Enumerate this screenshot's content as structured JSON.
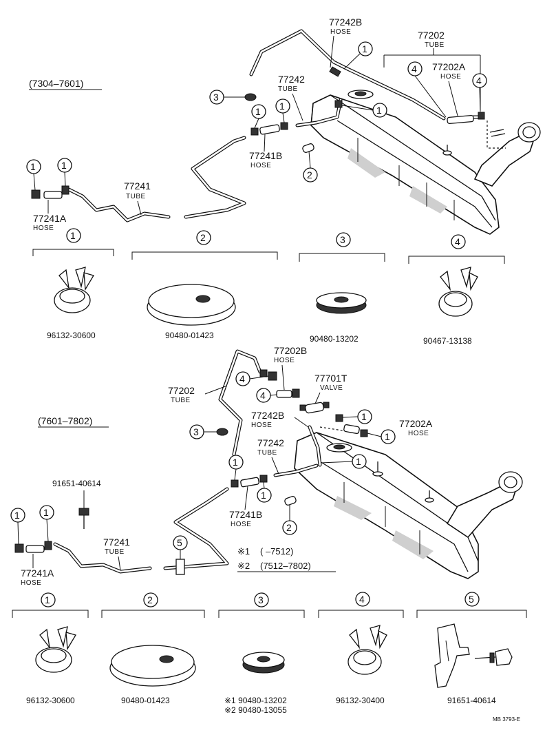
{
  "sections": [
    {
      "range_label": "(7304–7601)",
      "labels": [
        {
          "id": "77242B",
          "code": "77242B",
          "sub": "HOSE"
        },
        {
          "id": "77202",
          "code": "77202",
          "sub": "TUBE"
        },
        {
          "id": "77202A",
          "code": "77202A",
          "sub": "HOSE"
        },
        {
          "id": "77242",
          "code": "77242",
          "sub": "TUBE"
        },
        {
          "id": "77241B",
          "code": "77241B",
          "sub": "HOSE"
        },
        {
          "id": "77241",
          "code": "77241",
          "sub": "TUBE"
        },
        {
          "id": "77241A",
          "code": "77241A",
          "sub": "HOSE"
        }
      ],
      "legend": [
        {
          "num": "1",
          "part_no": "96132-30600"
        },
        {
          "num": "2",
          "part_no": "90480-01423"
        },
        {
          "num": "3",
          "part_no": "90480-13202"
        },
        {
          "num": "4",
          "part_no": "90467-13138"
        }
      ]
    },
    {
      "range_label": "(7601–7802)",
      "labels": [
        {
          "id": "77202B",
          "code": "77202B",
          "sub": "HOSE"
        },
        {
          "id": "77701T",
          "code": "77701T",
          "sub": "VALVE"
        },
        {
          "id": "77202",
          "code": "77202",
          "sub": "TUBE"
        },
        {
          "id": "77242B",
          "code": "77242B",
          "sub": "HOSE"
        },
        {
          "id": "77202A",
          "code": "77202A",
          "sub": "HOSE"
        },
        {
          "id": "77242",
          "code": "77242",
          "sub": "TUBE"
        },
        {
          "id": "91651-40614",
          "code": "91651-40614",
          "sub": ""
        },
        {
          "id": "77241B",
          "code": "77241B",
          "sub": "HOSE"
        },
        {
          "id": "77241",
          "code": "77241",
          "sub": "TUBE"
        },
        {
          "id": "77241A",
          "code": "77241A",
          "sub": "HOSE"
        }
      ],
      "notes": [
        {
          "mark": "※1",
          "range": "(        –7512)"
        },
        {
          "mark": "※2",
          "range": "(7512–7802)"
        }
      ],
      "legend": [
        {
          "num": "1",
          "part_no": "96132-30600"
        },
        {
          "num": "2",
          "part_no": "90480-01423"
        },
        {
          "num": "3",
          "part_no_1": "※1 90480-13202",
          "part_no_2": "※2 90480-13055"
        },
        {
          "num": "4",
          "part_no": "96132-30400"
        },
        {
          "num": "5",
          "part_no": "91651-40614"
        }
      ]
    }
  ],
  "callouts": {
    "one": "1",
    "two": "2",
    "three": "3",
    "four": "4",
    "five": "5"
  },
  "doc_code": "MB 3793-E"
}
